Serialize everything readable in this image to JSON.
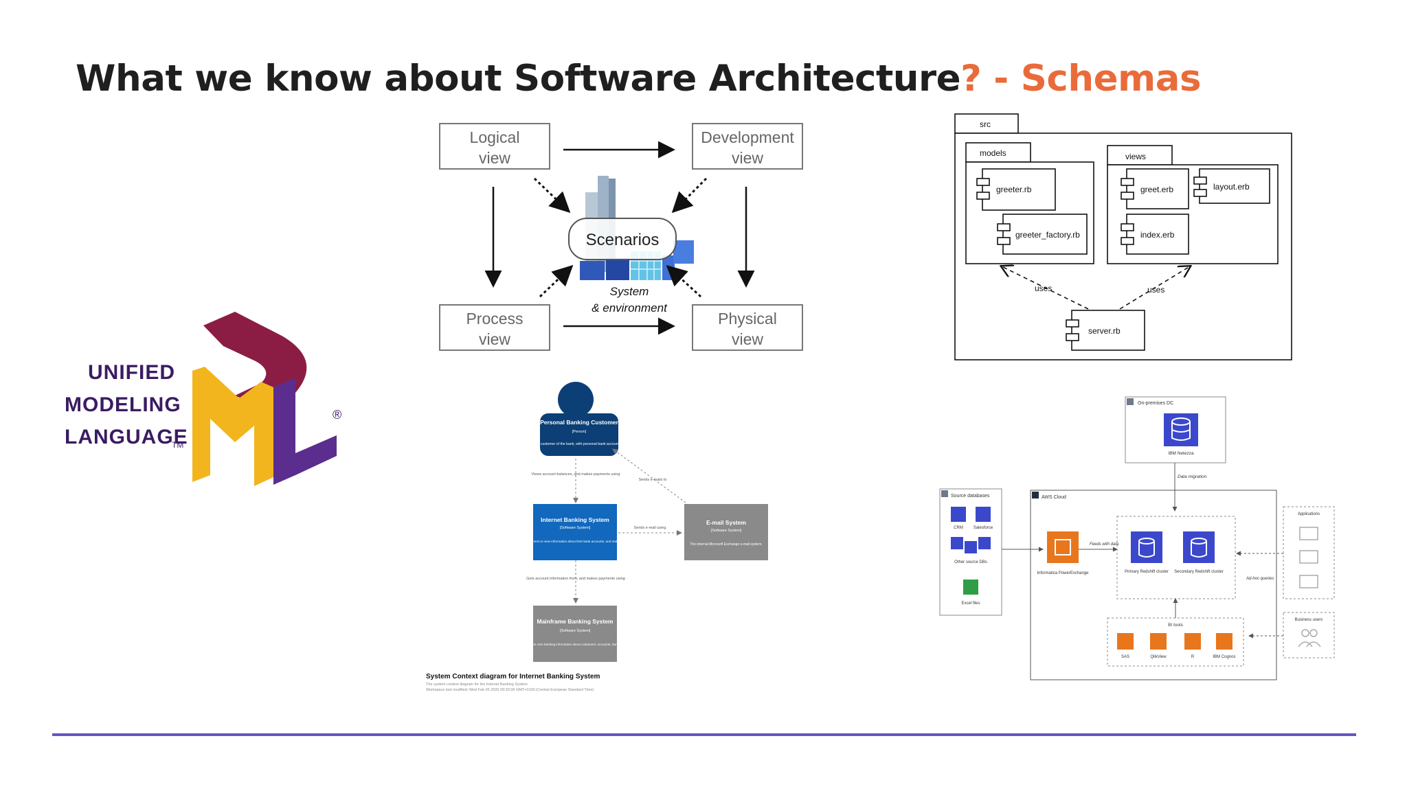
{
  "slide": {
    "title_main": "What we know about Software Architecture",
    "title_accent": "? - Schemas"
  },
  "colors": {
    "accent": "#ea6b3a",
    "rule": "#6655c0",
    "uml_red": "#8b1d45",
    "uml_yellow": "#f2b51d",
    "uml_purple": "#5b2d8e",
    "c4_person": "#0b3f75",
    "c4_system": "#1168bd",
    "c4_external": "#8a8a8a",
    "aws_orange": "#e8761d",
    "aws_blue": "#3b48cc"
  },
  "uml_logo": {
    "line1": "UNIFIED",
    "line2": "MODELING",
    "line3": "LANGUAGE",
    "tm": "TM",
    "registered": "®"
  },
  "four_plus_one": {
    "logical": [
      "Logical",
      "view"
    ],
    "development": [
      "Development",
      "view"
    ],
    "process": [
      "Process",
      "view"
    ],
    "physical": [
      "Physical",
      "view"
    ],
    "scenarios": "Scenarios",
    "system_line1": "System",
    "system_line2": "& environment"
  },
  "package_diagram": {
    "src": "src",
    "models": "models",
    "views": "views",
    "greeter": "greeter.rb",
    "greeter_factory": "greeter_factory.rb",
    "greet": "greet.erb",
    "layout": "layout.erb",
    "index": "index.erb",
    "server": "server.rb",
    "uses_left": "uses",
    "uses_right": "uses"
  },
  "c4": {
    "person_title": "Personal Banking Customer",
    "person_type": "[Person]",
    "person_desc": "A customer of the bank, with personal bank accounts",
    "rel_views": "Views account balances, and makes payments using",
    "rel_sends_email_to": "Sends e-mails to",
    "ibs_title": "Internet Banking System",
    "ibs_type": "[Software System]",
    "ibs_desc": "Allows customers to view information about their bank accounts, and make payments.",
    "rel_sends_email_using": "Sends e-mail using",
    "email_title": "E-mail System",
    "email_type": "[Software System]",
    "email_desc": "The internal Microsoft Exchange e-mail system.",
    "rel_gets": "Gets account information from, and makes payments using",
    "mainframe_title": "Mainframe Banking System",
    "mainframe_type": "[Software System]",
    "mainframe_desc": "Stores all of the core banking information about customers, accounts, transactions, etc.",
    "caption_title": "System Context diagram for Internet Banking System",
    "caption_line1": "The system context diagram for the Internet Banking System.",
    "caption_line2": "Workspace last modified: Wed Feb 05 2020 09:33:36 GMT+0100 (Central European Standard Time)"
  },
  "aws": {
    "onprem": "On-premises DC",
    "netezza": "IBM Netezza",
    "data_migration": "Data migration",
    "source_db": "Source databases",
    "crm": "CRM",
    "salesforce": "Salesforce",
    "other_db": "Other source DBs",
    "excel": "Excel files",
    "aws_cloud": "AWS Cloud",
    "informatica": "Informatica PowerExchange",
    "feeds": "Feeds with data",
    "primary": "Primary Redshift cluster",
    "secondary": "Secondary Redshift cluster",
    "adhoc": "Ad-hoc queries",
    "applications": "Applications",
    "business_users": "Business users",
    "bi_tools": "BI tools",
    "sas": "SAS",
    "qlikview": "QlikView",
    "r": "R",
    "cognos": "IBM Cognos"
  }
}
